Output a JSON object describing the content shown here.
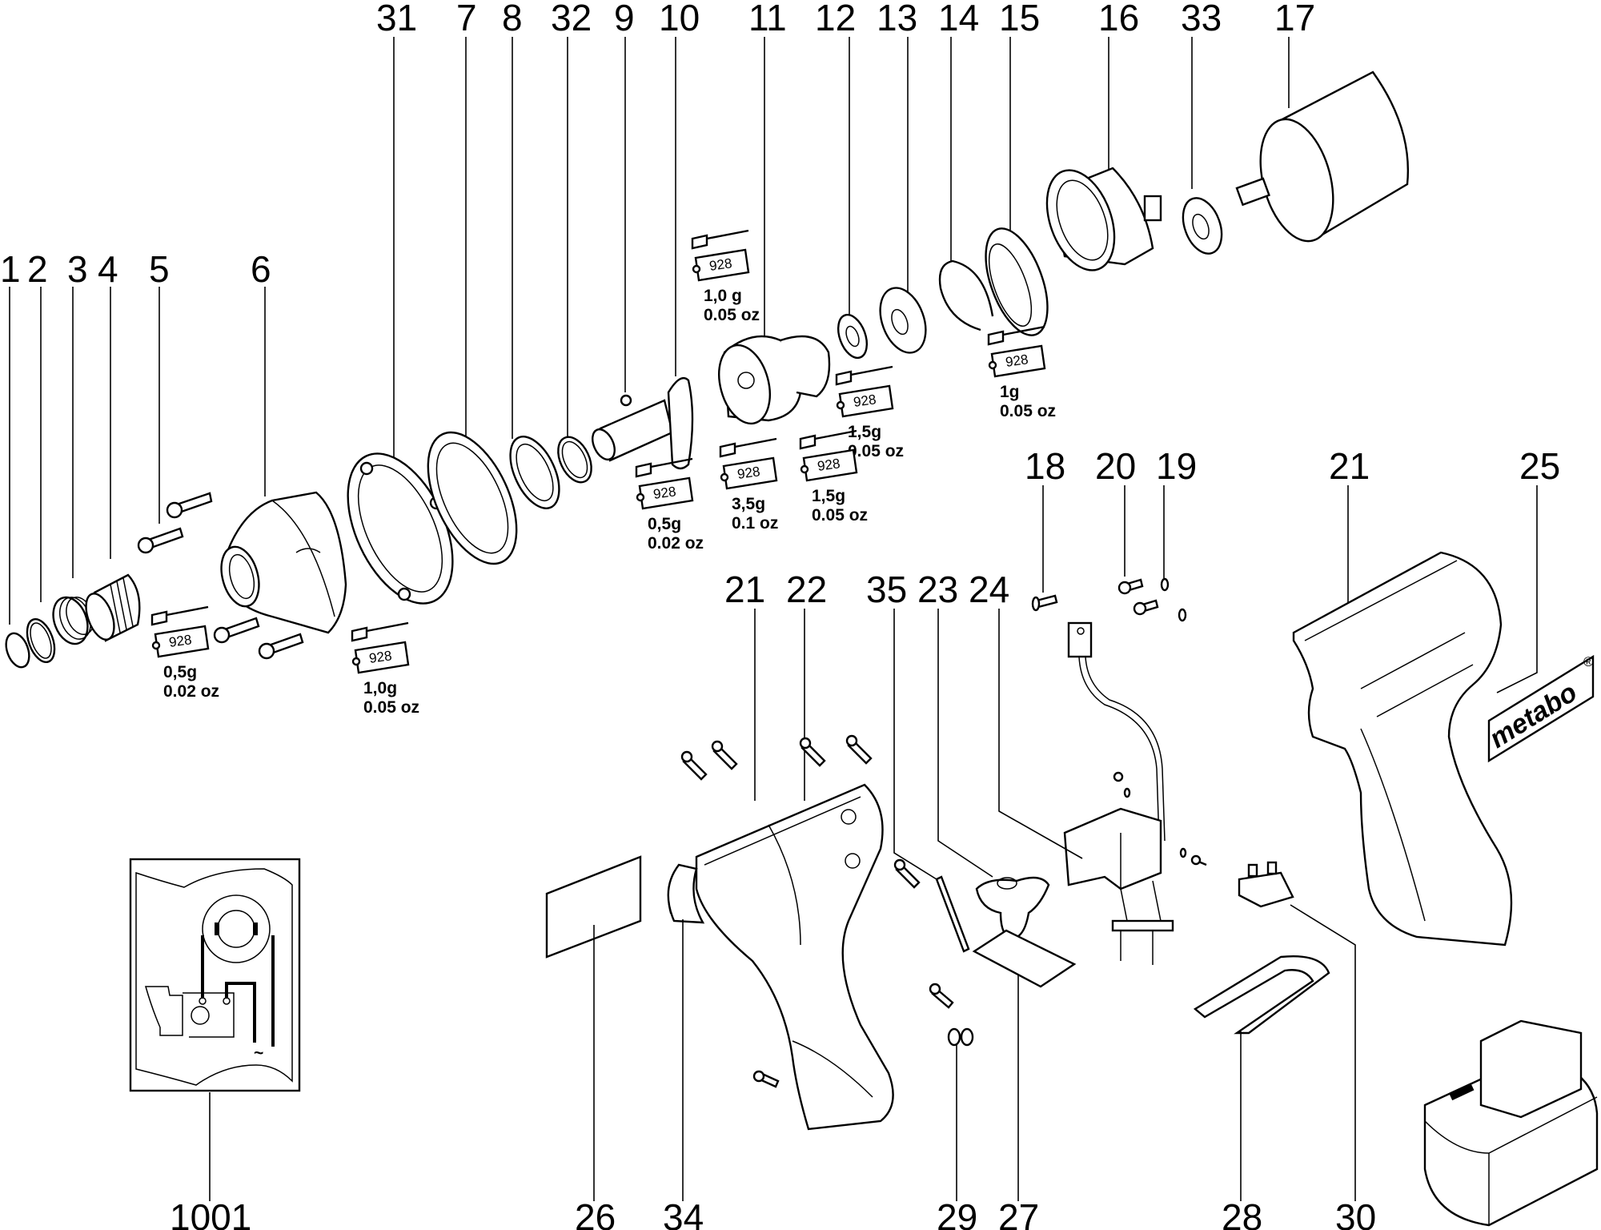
{
  "diagram": {
    "type": "exploded-parts-view",
    "subject": "cordless impact wrench",
    "brand_label": "metabo",
    "brand_mark": "®",
    "labels": {
      "p1": "1",
      "p2": "2",
      "p3": "3",
      "p4": "4",
      "p5": "5",
      "p6": "6",
      "p7": "7",
      "p8": "8",
      "p9": "9",
      "p10": "10",
      "p11": "11",
      "p12": "12",
      "p13": "13",
      "p14": "14",
      "p15": "15",
      "p16": "16",
      "p17": "17",
      "p18": "18",
      "p19": "19",
      "p20": "20",
      "p21a": "21",
      "p21b": "21",
      "p22": "22",
      "p23": "23",
      "p24": "24",
      "p25": "25",
      "p26": "26",
      "p27": "27",
      "p28": "28",
      "p29": "29",
      "p30": "30",
      "p31": "31",
      "p32": "32",
      "p33": "33",
      "p34": "34",
      "p35": "35",
      "p1001": "1001"
    },
    "grease_tube_code": "928",
    "lubrication": [
      {
        "id": "l1",
        "metric": "0,5g",
        "imperial": "0.02 oz",
        "part": "6"
      },
      {
        "id": "l2",
        "metric": "1,0g",
        "imperial": "0.05 oz",
        "part": "6"
      },
      {
        "id": "l3",
        "metric": "0,5g",
        "imperial": "0.02 oz",
        "part": "10"
      },
      {
        "id": "l4",
        "metric": "1,0 g",
        "imperial": "0.05 oz",
        "part": "11"
      },
      {
        "id": "l5",
        "metric": "3,5g",
        "imperial": "0.1 oz",
        "part": "11"
      },
      {
        "id": "l6",
        "metric": "1,5g",
        "imperial": "0.05 oz",
        "part": "11"
      },
      {
        "id": "l7",
        "metric": "1,5g",
        "imperial": "0.05 oz",
        "part": "11"
      },
      {
        "id": "l8",
        "metric": "1g",
        "imperial": "0.05 oz",
        "part": "15"
      }
    ],
    "wiring_inset": {
      "label": "1001",
      "ac_symbol": "~"
    }
  }
}
